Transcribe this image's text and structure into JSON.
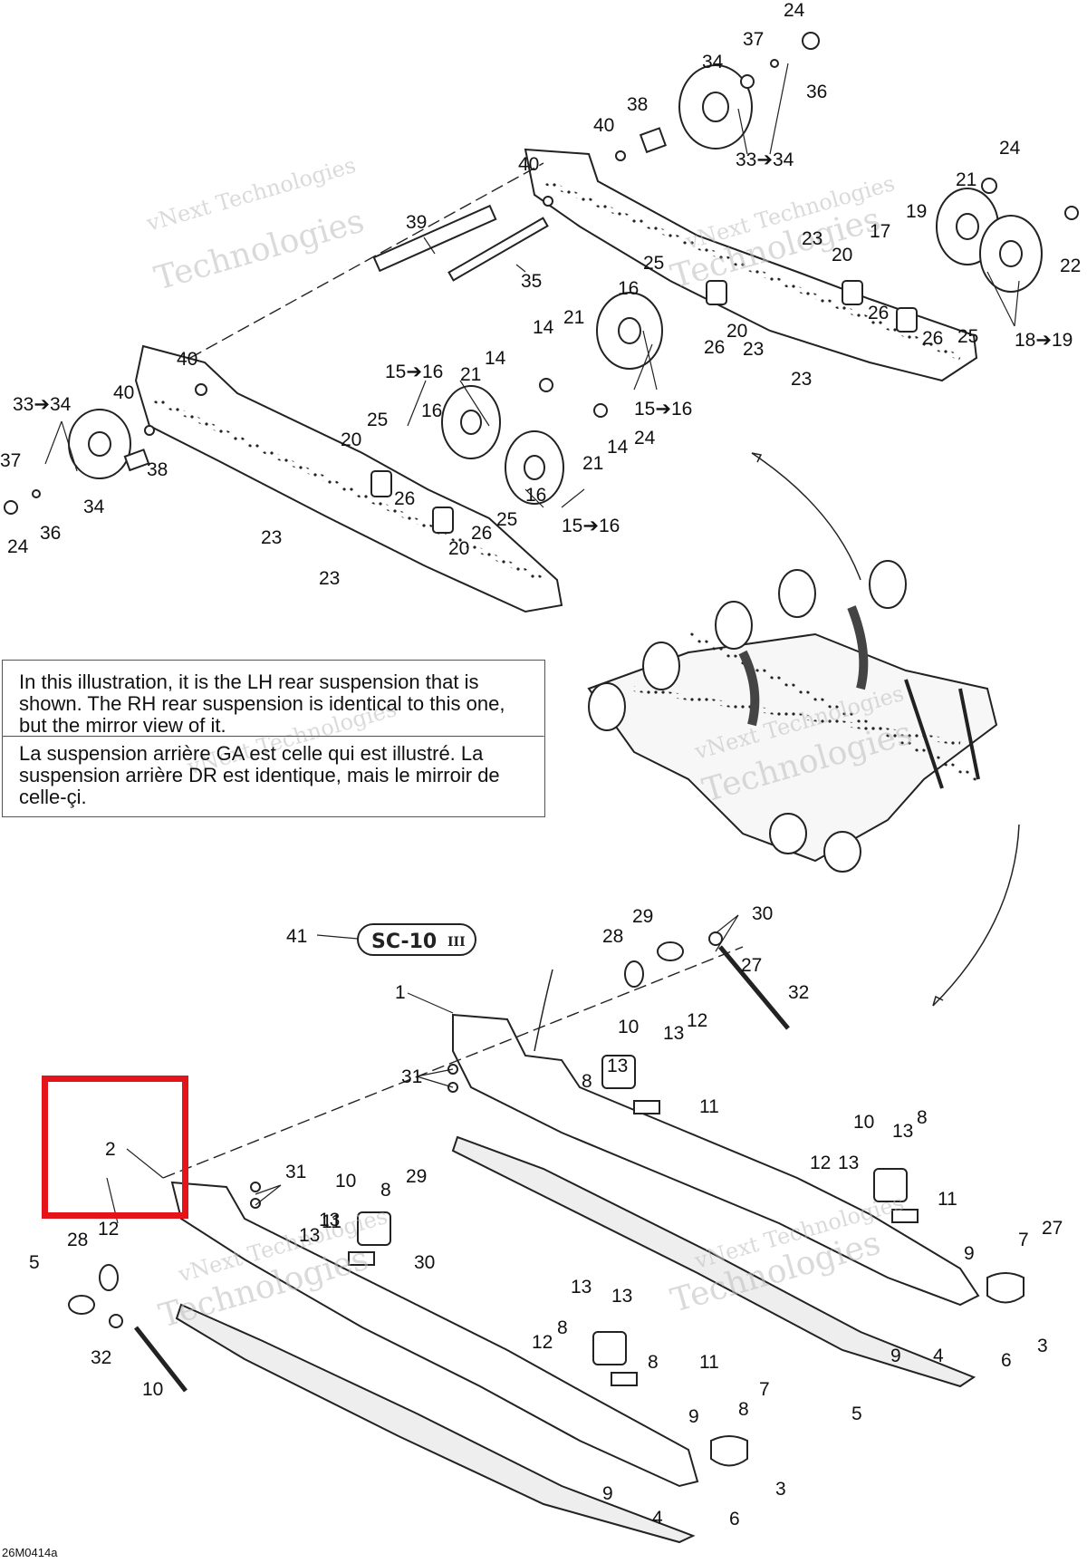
{
  "watermark": {
    "line1": "vNext Technologies",
    "line2": "Technologies"
  },
  "note": {
    "en": "In this illustration, it is the LH rear suspension that is shown. The RH rear suspension is identical to this one, but the mirror view of it.",
    "fr": "La suspension arrière GA est celle qui est illustré. La suspension arrière DR est identique, mais le mirroir de celle-çi."
  },
  "figure_code": "26M0414a",
  "highlight_color": "#e3151a",
  "callouts": [
    {
      "id": "c-24a",
      "text": "24"
    },
    {
      "id": "c-37a",
      "text": "37"
    },
    {
      "id": "c-34a",
      "text": "34"
    },
    {
      "id": "c-36a",
      "text": "36"
    },
    {
      "id": "c-38a",
      "text": "38"
    },
    {
      "id": "c-40a",
      "text": "40"
    },
    {
      "id": "c-3334a",
      "text": "33➔34"
    },
    {
      "id": "c-40b",
      "text": "40"
    },
    {
      "id": "c-39",
      "text": "39"
    },
    {
      "id": "c-35",
      "text": "35"
    },
    {
      "id": "c-24b",
      "text": "24"
    },
    {
      "id": "c-21a",
      "text": "21"
    },
    {
      "id": "c-19",
      "text": "19"
    },
    {
      "id": "c-23a",
      "text": "23"
    },
    {
      "id": "c-17",
      "text": "17"
    },
    {
      "id": "c-20a",
      "text": "20"
    },
    {
      "id": "c-22",
      "text": "22"
    },
    {
      "id": "c-26a",
      "text": "26"
    },
    {
      "id": "c-26b",
      "text": "26"
    },
    {
      "id": "c-25a",
      "text": "25"
    },
    {
      "id": "c-1819",
      "text": "18➔19"
    },
    {
      "id": "c-23b",
      "text": "23"
    },
    {
      "id": "c-25b",
      "text": "25"
    },
    {
      "id": "c-16a",
      "text": "16"
    },
    {
      "id": "c-20b",
      "text": "20"
    },
    {
      "id": "c-26c",
      "text": "26"
    },
    {
      "id": "c-23c",
      "text": "23"
    },
    {
      "id": "c-14a",
      "text": "14"
    },
    {
      "id": "c-21b",
      "text": "21"
    },
    {
      "id": "c-1516a",
      "text": "15➔16"
    },
    {
      "id": "c-21c",
      "text": "21"
    },
    {
      "id": "c-14b",
      "text": "14"
    },
    {
      "id": "c-1516b",
      "text": "15➔16"
    },
    {
      "id": "c-40c",
      "text": "40"
    },
    {
      "id": "c-40d",
      "text": "40"
    },
    {
      "id": "c-3334b",
      "text": "33➔34"
    },
    {
      "id": "c-16b",
      "text": "16"
    },
    {
      "id": "c-25c",
      "text": "25"
    },
    {
      "id": "c-24c",
      "text": "24"
    },
    {
      "id": "c-14c",
      "text": "14"
    },
    {
      "id": "c-20c",
      "text": "20"
    },
    {
      "id": "c-21d",
      "text": "21"
    },
    {
      "id": "c-38b",
      "text": "38"
    },
    {
      "id": "c-37b",
      "text": "37"
    },
    {
      "id": "c-34b",
      "text": "34"
    },
    {
      "id": "c-26d",
      "text": "26"
    },
    {
      "id": "c-16c",
      "text": "16"
    },
    {
      "id": "c-36b",
      "text": "36"
    },
    {
      "id": "c-25d",
      "text": "25"
    },
    {
      "id": "c-1516c",
      "text": "15➔16"
    },
    {
      "id": "c-24d",
      "text": "24"
    },
    {
      "id": "c-23d",
      "text": "23"
    },
    {
      "id": "c-26e",
      "text": "26"
    },
    {
      "id": "c-20d",
      "text": "20"
    },
    {
      "id": "c-23e",
      "text": "23"
    },
    {
      "id": "c-29a",
      "text": "29"
    },
    {
      "id": "c-30a",
      "text": "30"
    },
    {
      "id": "c-41",
      "text": "41"
    },
    {
      "id": "c-28a",
      "text": "28"
    },
    {
      "id": "c-27a",
      "text": "27"
    },
    {
      "id": "c-32a",
      "text": "32"
    },
    {
      "id": "c-1",
      "text": "1"
    },
    {
      "id": "c-10a",
      "text": "10"
    },
    {
      "id": "c-13a",
      "text": "13"
    },
    {
      "id": "c-12a",
      "text": "12"
    },
    {
      "id": "c-13b",
      "text": "13"
    },
    {
      "id": "c-31a",
      "text": "31"
    },
    {
      "id": "c-8a",
      "text": "8"
    },
    {
      "id": "c-11a",
      "text": "11"
    },
    {
      "id": "c-10b",
      "text": "10"
    },
    {
      "id": "c-13c",
      "text": "13"
    },
    {
      "id": "c-8b",
      "text": "8"
    },
    {
      "id": "c-2",
      "text": "2"
    },
    {
      "id": "c-31b",
      "text": "31"
    },
    {
      "id": "c-12b",
      "text": "12"
    },
    {
      "id": "c-13d",
      "text": "13"
    },
    {
      "id": "c-11b",
      "text": "11"
    },
    {
      "id": "c-10c",
      "text": "10"
    },
    {
      "id": "c-13e",
      "text": "13"
    },
    {
      "id": "c-8c",
      "text": "8"
    },
    {
      "id": "c-29b",
      "text": "29"
    },
    {
      "id": "c-28b",
      "text": "28"
    },
    {
      "id": "c-12c",
      "text": "12"
    },
    {
      "id": "c-13f",
      "text": "13"
    },
    {
      "id": "c-11c",
      "text": "11"
    },
    {
      "id": "c-30b",
      "text": "30"
    },
    {
      "id": "c-5a",
      "text": "5"
    },
    {
      "id": "c-9a",
      "text": "9"
    },
    {
      "id": "c-7a",
      "text": "7"
    },
    {
      "id": "c-27b",
      "text": "27"
    },
    {
      "id": "c-32b",
      "text": "32"
    },
    {
      "id": "c-10d",
      "text": "10"
    },
    {
      "id": "c-13g",
      "text": "13"
    },
    {
      "id": "c-13h",
      "text": "13"
    },
    {
      "id": "c-8d",
      "text": "8"
    },
    {
      "id": "c-12d",
      "text": "12"
    },
    {
      "id": "c-11d",
      "text": "11"
    },
    {
      "id": "c-8e",
      "text": "8"
    },
    {
      "id": "c-9b",
      "text": "9"
    },
    {
      "id": "c-4a",
      "text": "4"
    },
    {
      "id": "c-6a",
      "text": "6"
    },
    {
      "id": "c-3a",
      "text": "3"
    },
    {
      "id": "c-5b",
      "text": "5"
    },
    {
      "id": "c-9c",
      "text": "9"
    },
    {
      "id": "c-8f",
      "text": "8"
    },
    {
      "id": "c-7b",
      "text": "7"
    },
    {
      "id": "c-9d",
      "text": "9"
    },
    {
      "id": "c-4b",
      "text": "4"
    },
    {
      "id": "c-6b",
      "text": "6"
    },
    {
      "id": "c-3b",
      "text": "3"
    }
  ]
}
